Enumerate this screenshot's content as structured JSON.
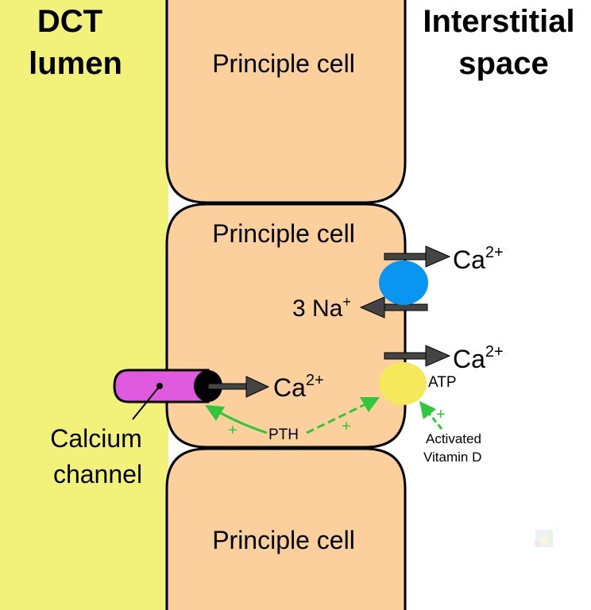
{
  "regions": {
    "lumen": {
      "title_line1": "DCT",
      "title_line2": "lumen",
      "color": "#f2f27a"
    },
    "interstitial": {
      "title_line1": "Interstitial",
      "title_line2": "space",
      "color": "#ffffff"
    }
  },
  "cells": [
    {
      "label": "Principle cell"
    },
    {
      "label": "Principle cell"
    },
    {
      "label": "Principle cell"
    }
  ],
  "cell_color": "#fcd09c",
  "channel": {
    "label_line1": "Calcium",
    "label_line2": "channel",
    "color": "#e05ae0"
  },
  "ions": {
    "ca_channel": {
      "base": "Ca",
      "sup": "2+"
    },
    "ca_exchanger": {
      "base": "Ca",
      "sup": "2+"
    },
    "na_exchanger": {
      "base": "3 Na",
      "sup": "+"
    },
    "ca_pump": {
      "base": "Ca",
      "sup": "2+"
    }
  },
  "exchanger_color": "#0a96f0",
  "pump": {
    "label": "ATP",
    "color": "#f5e85a"
  },
  "regulators": {
    "pth": "PTH",
    "vitamin_d_line1": "Activated",
    "vitamin_d_line2": "Vitamin D",
    "plus": "+",
    "color": "#2fc83a"
  }
}
